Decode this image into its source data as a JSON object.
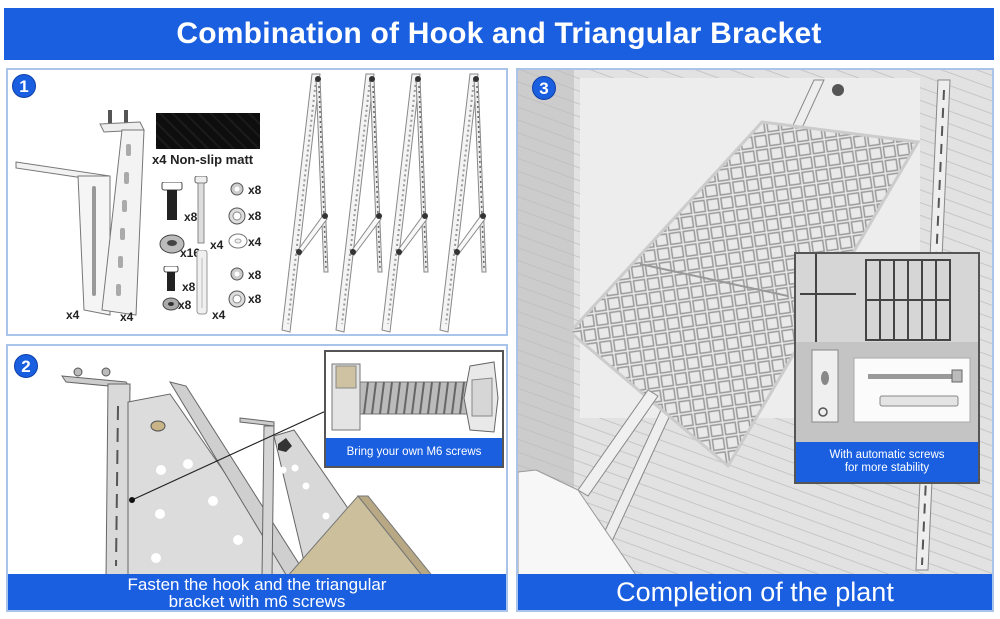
{
  "header": {
    "title": "Combination of Hook and Triangular Bracket",
    "background_color": "#1a5fe0",
    "text_color": "#ffffff"
  },
  "panels": [
    {
      "step": "1",
      "parts": {
        "hook_bracket_qty": "x4",
        "long_bracket_qty": "x4",
        "mat_label": "x4 Non-slip matt",
        "hex_bolt_qty": "x8",
        "flange_nut_qty": "x16",
        "small_bolt_qty": "x8",
        "small_nut_qty": "x8",
        "long_screw_qty": "x4",
        "wall_plug_qty": "x4",
        "washer_1_qty": "x8",
        "washer_2_qty": "x8",
        "washer_3_qty": "x4",
        "washer_4_qty": "x8",
        "washer_5_qty": "x8"
      },
      "triangle_brackets_count": 4
    },
    {
      "step": "2",
      "inset_caption": "Bring your own M6 screws",
      "caption": "Fasten the hook and the triangular bracket with m6 screws",
      "caption_line1": "Fasten the hook and the triangular",
      "caption_line2": "bracket with m6 screws"
    },
    {
      "step": "3",
      "inset_caption_line1": "With automatic screws",
      "inset_caption_line2": "for more stability",
      "caption": "Completion of the plant"
    }
  ],
  "colors": {
    "accent_blue": "#1a5fe0",
    "panel_border": "#a9c4e8"
  }
}
